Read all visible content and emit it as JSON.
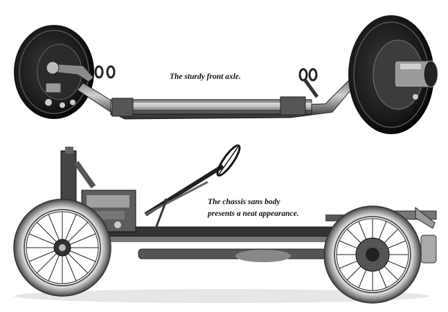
{
  "captions": {
    "front_axle": "The sturdy front axle.",
    "chassis_line1": "The chassis sans body",
    "chassis_line2": "presents a neat appearance."
  },
  "colors": {
    "background": "#ffffff",
    "metal_dark": "#1c1c1c",
    "metal_mid": "#5a5a5a",
    "metal_light": "#b8b8b8"
  }
}
